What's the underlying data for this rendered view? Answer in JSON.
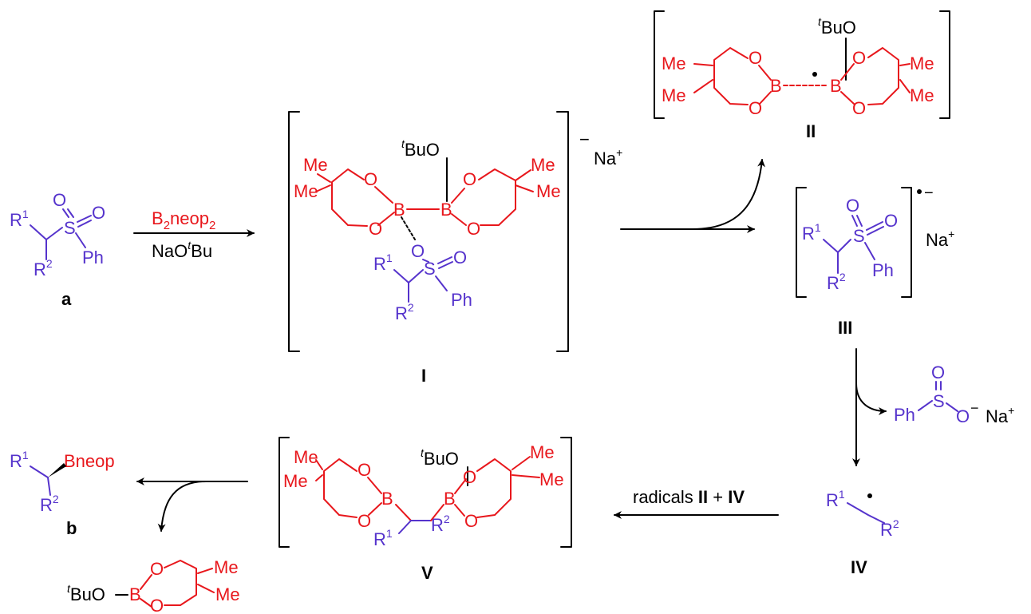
{
  "labels": {
    "a": "a",
    "b": "b",
    "I": "I",
    "II": "II",
    "III": "III",
    "IV": "IV",
    "V": "V"
  },
  "atoms": {
    "R": "R",
    "sup1": "1",
    "sup2": "2",
    "S": "S",
    "O": "O",
    "Ph": "Ph",
    "B": "B",
    "Me": "Me",
    "tBu_t": "t",
    "tBu_BuO": "BuO",
    "Bneop": "Bneop",
    "Na": "Na",
    "plus": "+",
    "minus": "−"
  },
  "reagents": {
    "b2neop2_B": "B",
    "b2neop2_sub": "2",
    "b2neop2_neop": "neop",
    "b2neop2_sub2": "2",
    "naotbu_NaO": "NaO",
    "naotbu_t": "t",
    "naotbu_Bu": "Bu",
    "radicals_prefix": "radicals ",
    "radicals_II": "II",
    "radicals_plus": " + ",
    "radicals_IV": "IV"
  },
  "colors": {
    "substrate": "#5533cc",
    "boron": "#e8171c",
    "text": "#000000"
  }
}
